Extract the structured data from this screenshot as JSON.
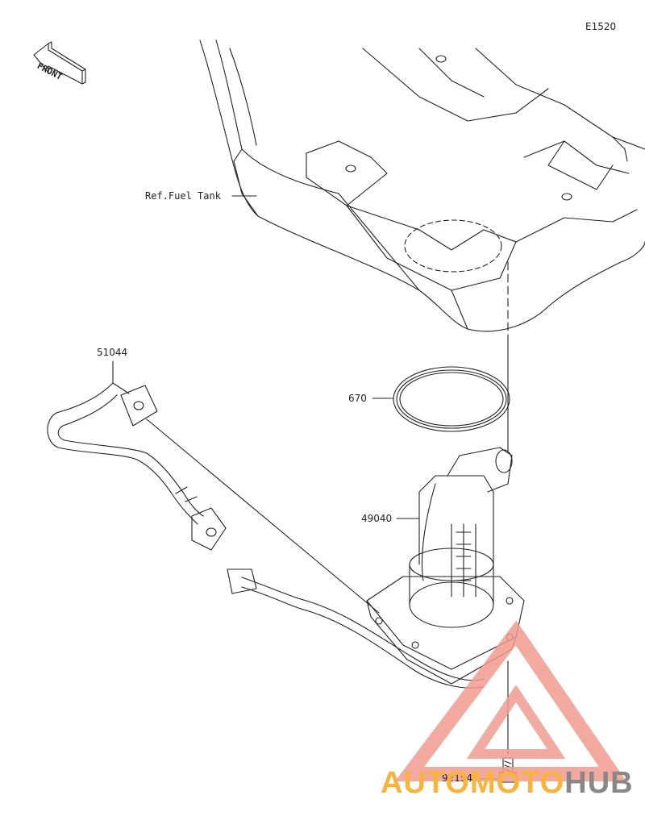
{
  "diagram": {
    "code": "E1520",
    "front_label": "FRONT",
    "parts": [
      {
        "id": "fuel-tank",
        "label": "Ref.Fuel Tank"
      },
      {
        "id": "hose",
        "label": "51044"
      },
      {
        "id": "gasket",
        "label": "670"
      },
      {
        "id": "pump",
        "label": "49040"
      },
      {
        "id": "bolt",
        "label": "92154"
      }
    ]
  },
  "watermark": {
    "text_part1": "AUTOMOTO",
    "text_part2": "HUB",
    "colors": {
      "triangle": "#f29a8f",
      "text": "#f7b33a",
      "hub": "#888888"
    }
  }
}
